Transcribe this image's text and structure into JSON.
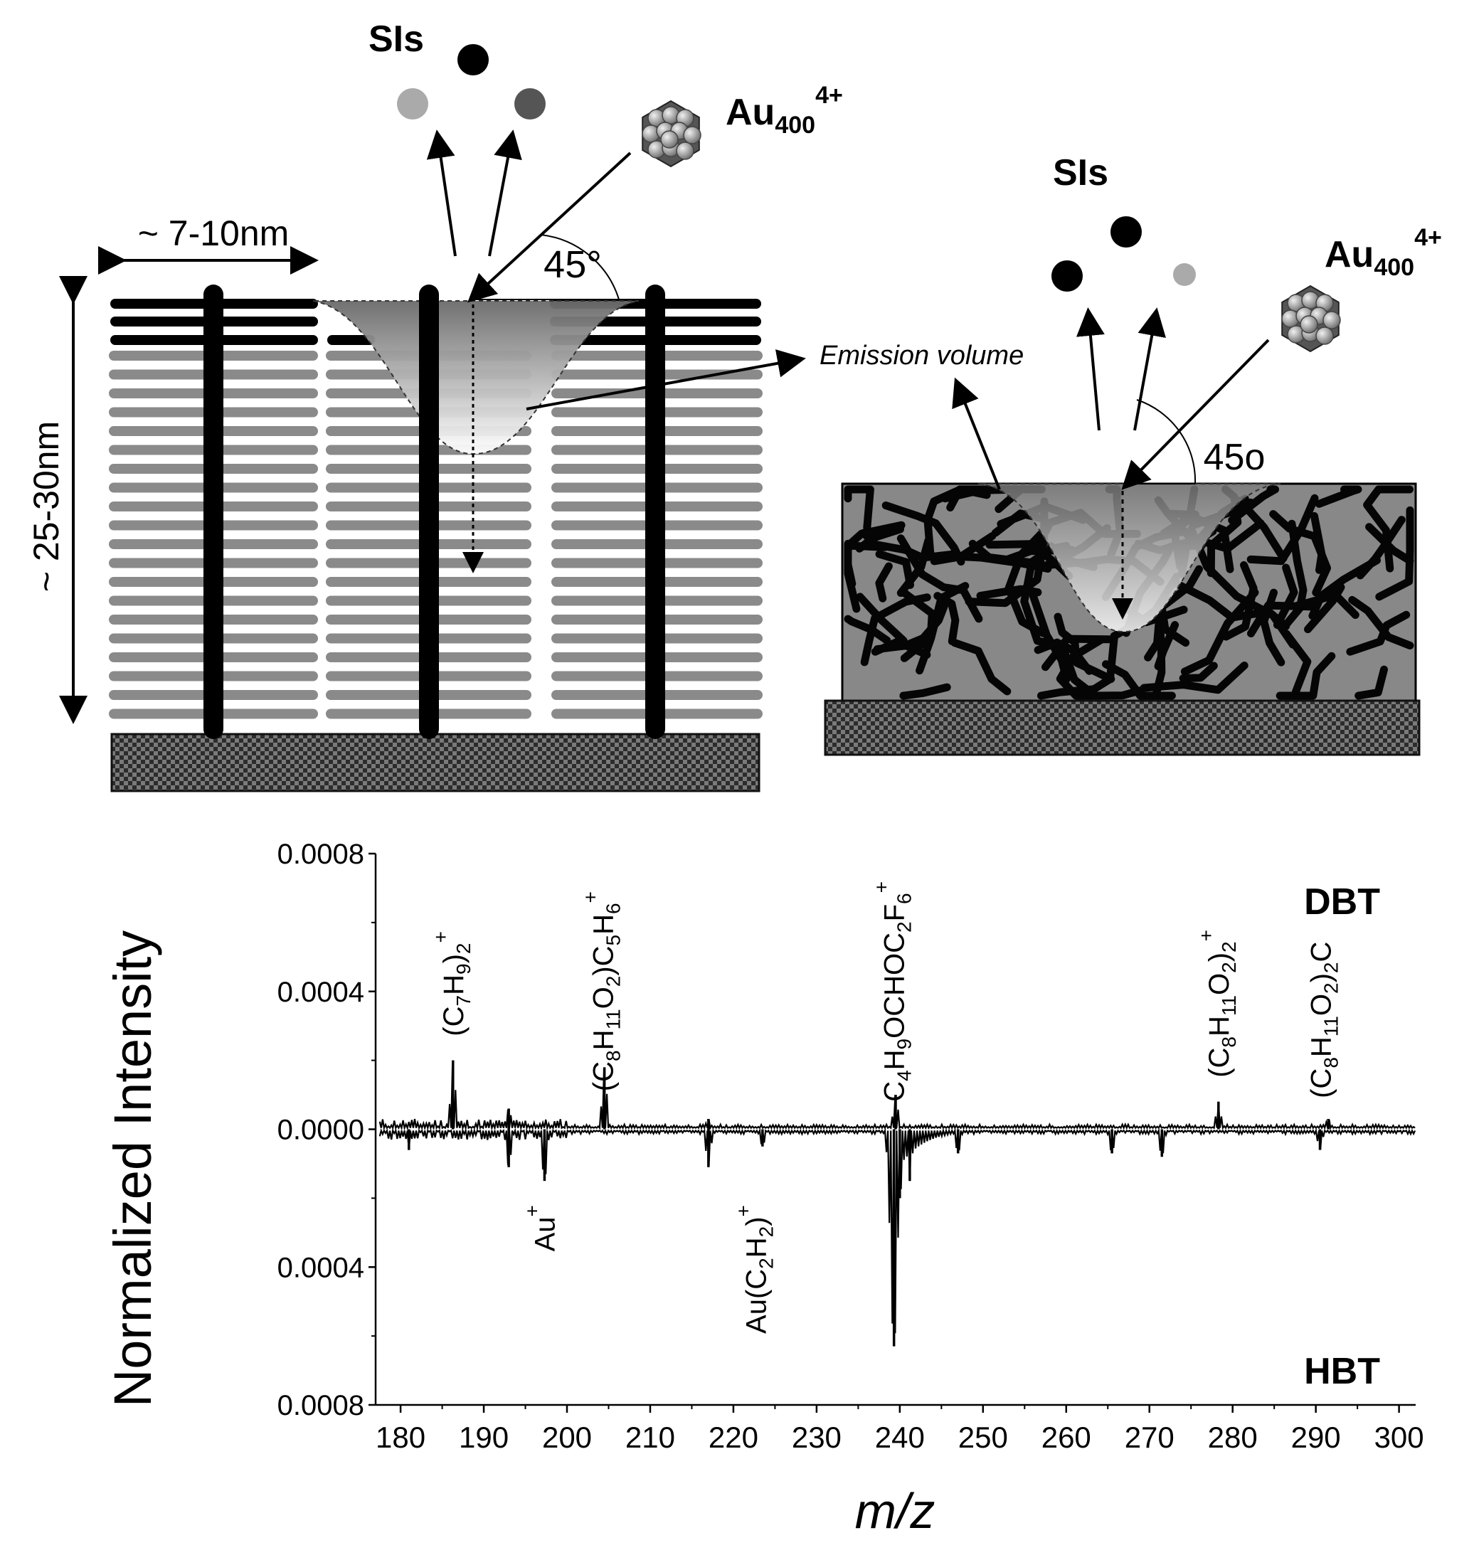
{
  "left_panel": {
    "sis_label": "SIs",
    "projectile_base": "Au",
    "projectile_sub": "400",
    "projectile_sup": "4+",
    "angle_label": "45°",
    "width_label": "~ 7-10nm",
    "height_label": "~ 25-30nm"
  },
  "right_panel": {
    "sis_label": "SIs",
    "projectile_base": "Au",
    "projectile_sub": "400",
    "projectile_sup": "4+",
    "angle_label": "45o",
    "emission_label": "Emission volume"
  },
  "chart_data": {
    "type": "line",
    "ylabel": "Normalized Intensity",
    "xlabel": "m/z",
    "xlim": [
      177,
      302
    ],
    "ylim": [
      -0.0008,
      0.0008
    ],
    "x_ticks": [
      180,
      190,
      200,
      210,
      220,
      230,
      240,
      250,
      260,
      270,
      280,
      290,
      300
    ],
    "y_ticks": [
      {
        "value": 0.0008,
        "label": "0.0008"
      },
      {
        "value": 0.0004,
        "label": "0.0004"
      },
      {
        "value": 0.0,
        "label": "0.0000"
      },
      {
        "value": -0.0004,
        "label": "0.0004"
      },
      {
        "value": -0.0008,
        "label": "0.0008"
      }
    ],
    "top_series_label": "DBT",
    "bottom_series_label": "HBT",
    "top_peaks": [
      {
        "x": 186.3,
        "y": 0.0002
      },
      {
        "x": 193.0,
        "y": 6e-05
      },
      {
        "x": 204.5,
        "y": 0.00018
      },
      {
        "x": 217.0,
        "y": 3e-05
      },
      {
        "x": 239.5,
        "y": 0.0001
      },
      {
        "x": 278.3,
        "y": 8e-05
      },
      {
        "x": 291.5,
        "y": 3e-05
      }
    ],
    "bottom_peaks": [
      {
        "x": 181.0,
        "y": -6e-05
      },
      {
        "x": 193.0,
        "y": -0.00011
      },
      {
        "x": 197.3,
        "y": -0.00015
      },
      {
        "x": 217.0,
        "y": -0.00011
      },
      {
        "x": 223.5,
        "y": -5e-05
      },
      {
        "x": 239.3,
        "y": -0.00063
      },
      {
        "x": 240.0,
        "y": -0.0002
      },
      {
        "x": 241.2,
        "y": -0.00015
      },
      {
        "x": 247.0,
        "y": -7e-05
      },
      {
        "x": 265.5,
        "y": -7e-05
      },
      {
        "x": 271.5,
        "y": -8e-05
      },
      {
        "x": 290.5,
        "y": -6e-05
      }
    ],
    "annotations": [
      {
        "x": 186.3,
        "side": "top",
        "text": "(C7H9)2+",
        "parts": [
          [
            "(C",
            ""
          ],
          [
            "7",
            "sub"
          ],
          [
            "H",
            ""
          ],
          [
            "9",
            "sub"
          ],
          [
            ")",
            ""
          ],
          [
            "2",
            "sub"
          ],
          [
            "+",
            "sup"
          ]
        ]
      },
      {
        "x": 204.3,
        "side": "top",
        "text": "(C8H11O2)C5H6+",
        "parts": [
          [
            "(C",
            ""
          ],
          [
            "8",
            "sub"
          ],
          [
            "H",
            ""
          ],
          [
            "11",
            "sub"
          ],
          [
            "O",
            ""
          ],
          [
            "2",
            "sub"
          ],
          [
            ")C",
            ""
          ],
          [
            "5",
            "sub"
          ],
          [
            "H",
            ""
          ],
          [
            "6",
            "sub"
          ],
          [
            "+",
            "sup"
          ]
        ]
      },
      {
        "x": 239.3,
        "side": "top",
        "text": "C4H9OCHOC2F6+",
        "parts": [
          [
            "C",
            ""
          ],
          [
            "4",
            "sub"
          ],
          [
            "H",
            ""
          ],
          [
            "9",
            "sub"
          ],
          [
            "OCHOC",
            ""
          ],
          [
            "2",
            "sub"
          ],
          [
            "F",
            ""
          ],
          [
            "6",
            "sub"
          ],
          [
            "+",
            "sup"
          ]
        ]
      },
      {
        "x": 278.3,
        "side": "top",
        "text": "(C8H11O2)2+",
        "parts": [
          [
            "(C",
            ""
          ],
          [
            "8",
            "sub"
          ],
          [
            "H",
            ""
          ],
          [
            "11",
            "sub"
          ],
          [
            "O",
            ""
          ],
          [
            "2",
            "sub"
          ],
          [
            ")",
            ""
          ],
          [
            "2",
            "sub"
          ],
          [
            "+",
            "sup"
          ]
        ]
      },
      {
        "x": 290.6,
        "side": "top",
        "text": "(C8H11O2)2C",
        "parts": [
          [
            "(C",
            ""
          ],
          [
            "8",
            "sub"
          ],
          [
            "H",
            ""
          ],
          [
            "11",
            "sub"
          ],
          [
            "O",
            ""
          ],
          [
            "2",
            "sub"
          ],
          [
            ")",
            ""
          ],
          [
            "2",
            "sub"
          ],
          [
            "C",
            ""
          ]
        ]
      },
      {
        "x": 197.3,
        "side": "bottom",
        "text": "Au+",
        "parts": [
          [
            "Au",
            ""
          ],
          [
            "+",
            "sup"
          ]
        ]
      },
      {
        "x": 222.7,
        "side": "bottom",
        "text": "Au(C2H2)+",
        "parts": [
          [
            "Au(C",
            ""
          ],
          [
            "2",
            "sub"
          ],
          [
            "H",
            ""
          ],
          [
            "2",
            "sub"
          ],
          [
            ")",
            ""
          ],
          [
            "+",
            "sup"
          ]
        ]
      }
    ]
  }
}
